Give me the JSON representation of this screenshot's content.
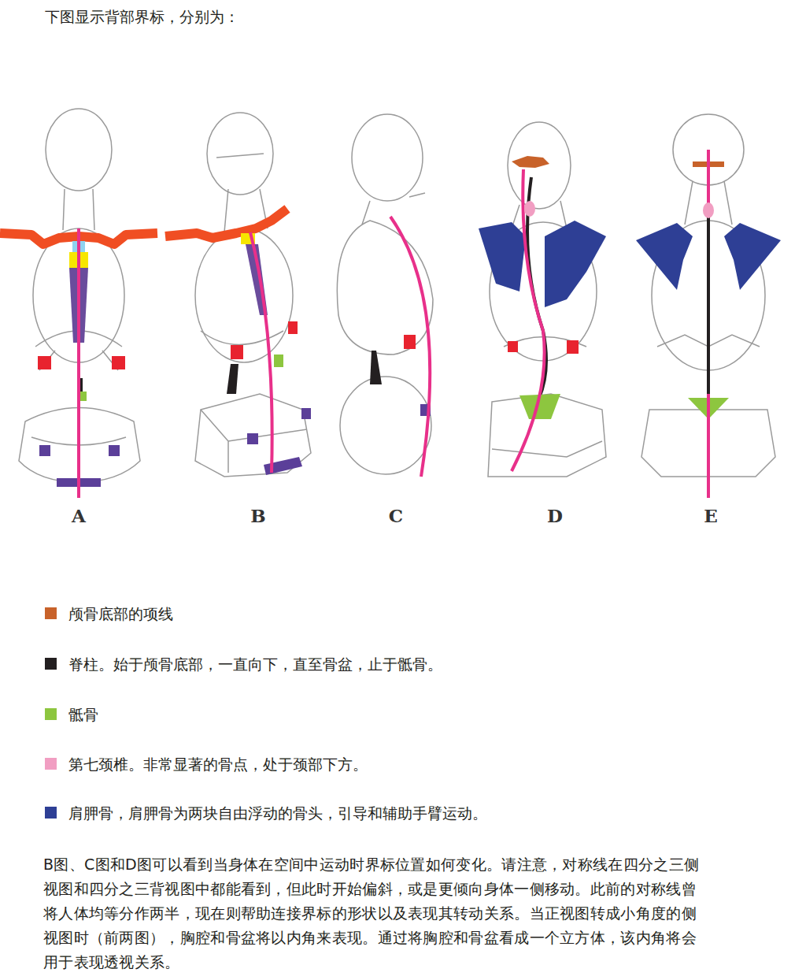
{
  "diagram": {
    "title": "下图显示背部界标，分别为：",
    "caption": "B图、C图和D图可以看到当身体在空间中运动时界标位置如何变化。请注意，对称线在四分之三侧视图和四分之三背视图中都能看到，但此时开始偏斜，或是更倾向身体一侧移动。此前的对称线曾将人体均等分作两半，现在则帮助连接界标的形状以及表现其转动关系。当正视图转成小角度的侧视图时（前两图），胸腔和骨盆将以内角来表现。通过将胸腔和骨盆看成一个立方体，该内角将会用于表现透视关系。",
    "labels": [
      "A",
      "B",
      "C",
      "D",
      "E"
    ],
    "legend": [
      {
        "text": "颅骨底部的项线",
        "color": "#c8622a"
      },
      {
        "text": "脊柱。始于颅骨底部，一直向下，直至骨盆，止于骶骨。",
        "color": "#231f20"
      },
      {
        "text": "骶骨",
        "color": "#8dc63f"
      },
      {
        "text": "第七颈椎。非常显著的骨点，处于颈部下方。",
        "color": "#f19ec2"
      },
      {
        "text": "肩胛骨，肩胛骨为两块自由浮动的骨头，引导和辅助手臂运动。",
        "color": "#2e3f95"
      }
    ]
  }
}
